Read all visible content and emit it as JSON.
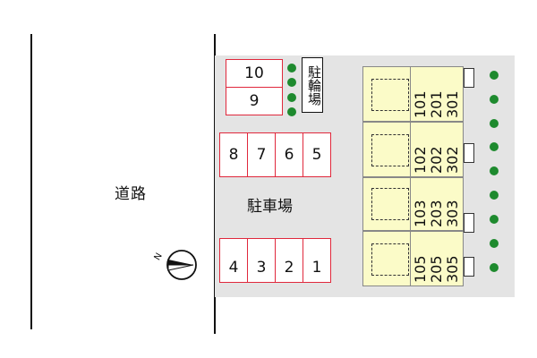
{
  "road": {
    "label": "道路"
  },
  "parking": {
    "label": "駐車場",
    "top_row": [
      "8",
      "7",
      "6",
      "5"
    ],
    "bottom_row": [
      "4",
      "3",
      "2",
      "1"
    ]
  },
  "bike_parking": {
    "label": "駐輪場",
    "spaces": [
      "10",
      "9"
    ]
  },
  "building": {
    "columns": [
      [
        "301",
        "201",
        "101"
      ],
      [
        "302",
        "202",
        "102"
      ],
      [
        "303",
        "203",
        "103"
      ],
      [
        "305",
        "205",
        "105"
      ]
    ]
  },
  "colors": {
    "space_border": "#e0283c",
    "tree": "#1e8a2e",
    "building_fill": "#fbfbc8",
    "lot": "#e4e4e4"
  }
}
